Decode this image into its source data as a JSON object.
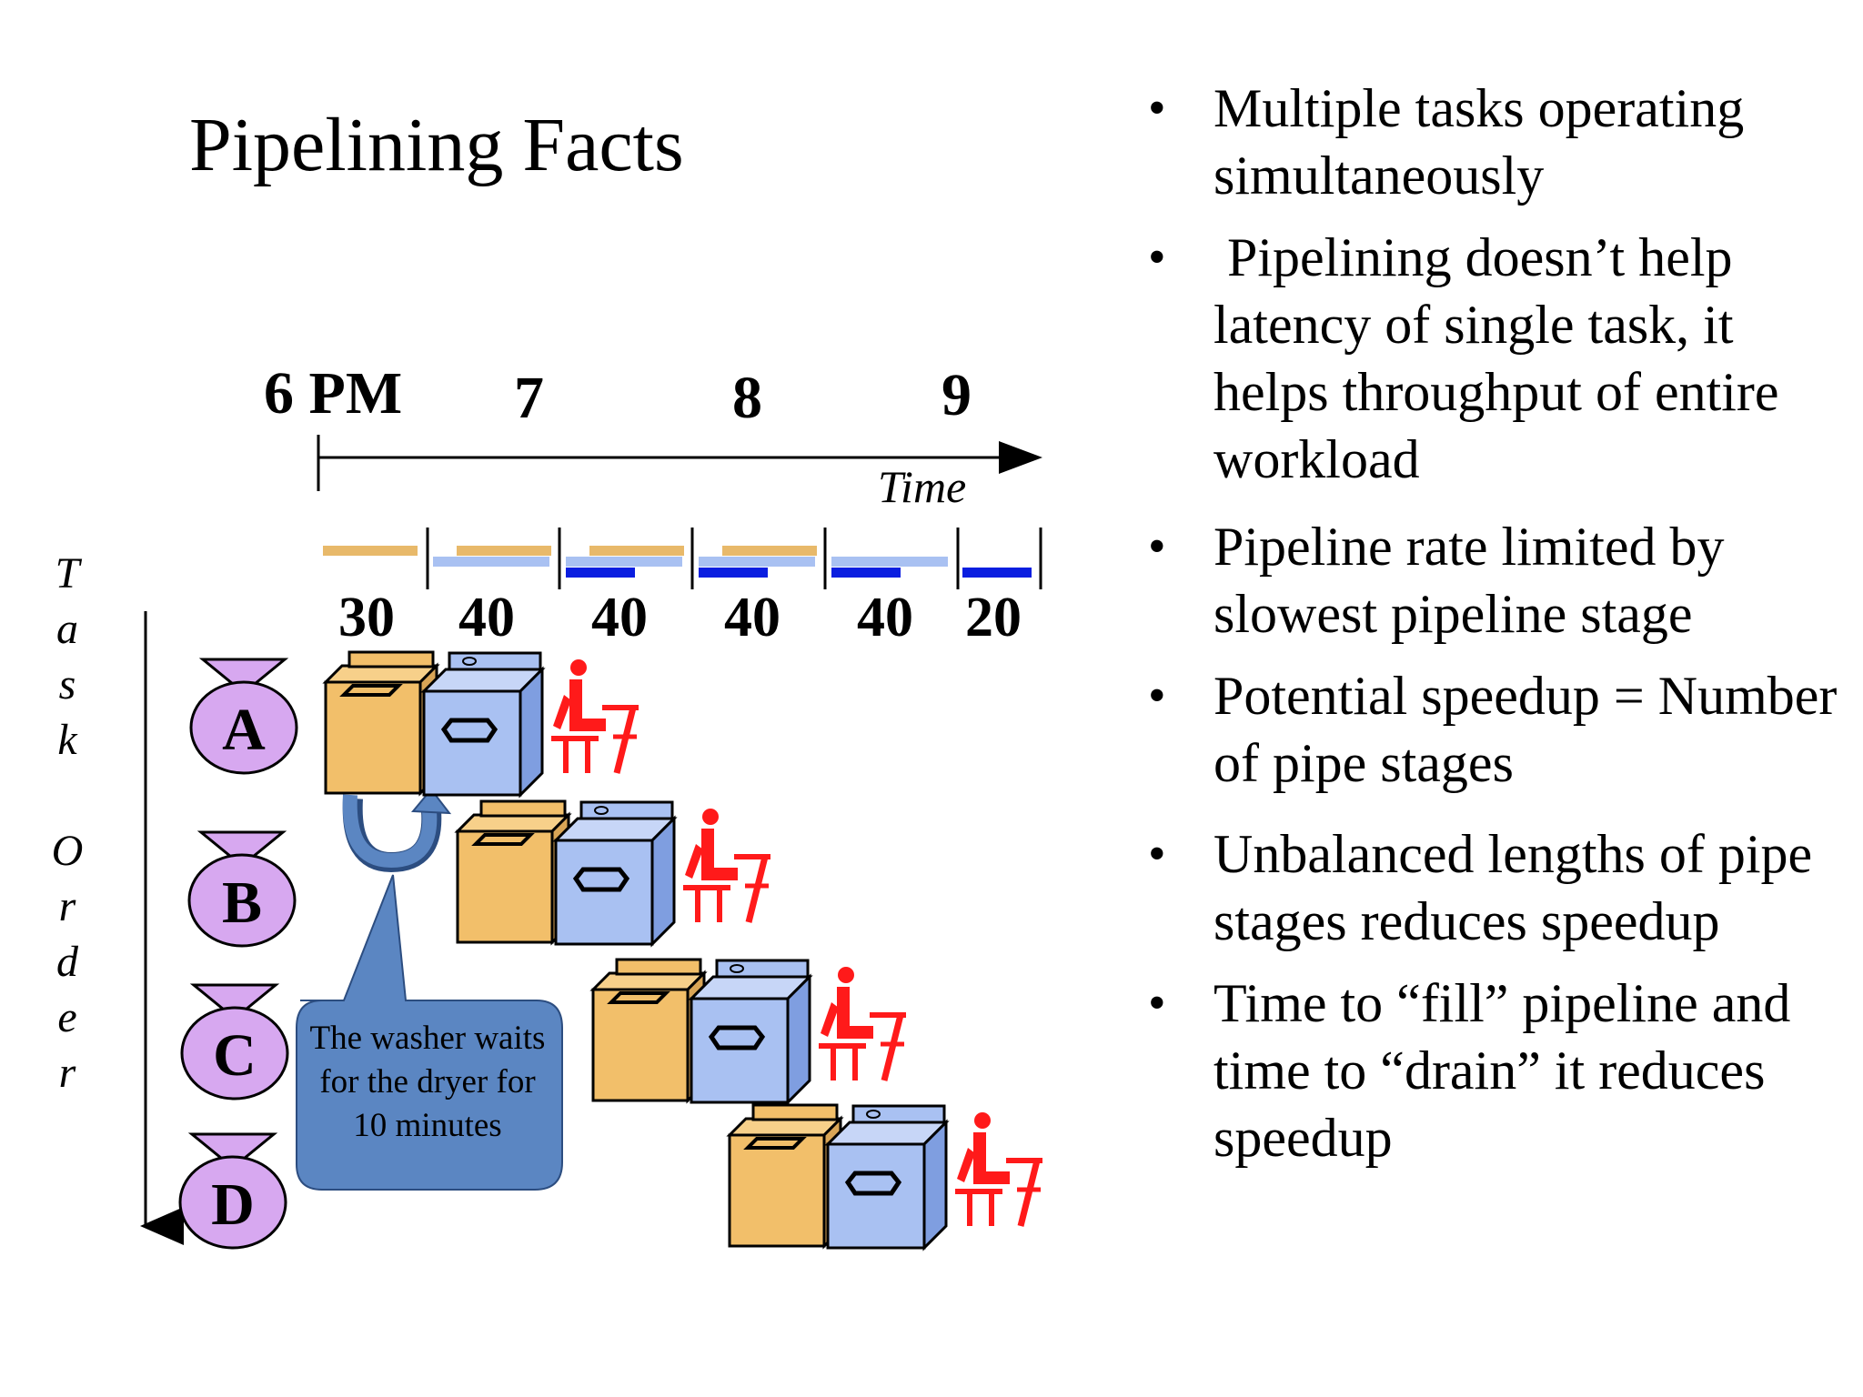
{
  "slide": {
    "title": "Pipelining Facts"
  },
  "timeline": {
    "hour_labels": [
      "6 PM",
      "7",
      "8",
      "9"
    ],
    "axis_caption": "Time",
    "stage_durations": [
      "30",
      "40",
      "40",
      "40",
      "40",
      "20"
    ]
  },
  "task_axis": {
    "letters": [
      "T",
      "a",
      "s",
      "k",
      "",
      "O",
      "r",
      "d",
      "e",
      "r"
    ]
  },
  "tasks": [
    "A",
    "B",
    "C",
    "D"
  ],
  "callout": {
    "text": "The washer waits for the dryer for 10 minutes"
  },
  "bullets": [
    "Multiple tasks operating simultaneously",
    " Pipelining doesn’t help latency of single task, it helps throughput of entire workload",
    "Pipeline rate limited by slowest pipeline stage",
    "Potential speedup = Number of pipe stages",
    "Unbalanced lengths of pipe stages reduces speedup",
    "Time to “fill” pipeline and time to “drain” it reduces speedup"
  ],
  "colors": {
    "washer": "#f2bf6a",
    "dryer": "#a9c1f2",
    "folder": "#ff1a1a",
    "bag": "#d7a8f0",
    "callout": "#5b86c2",
    "bar_wash": "#e8b96a",
    "bar_dry": "#a9c1f2",
    "bar_fold": "#0a1ee0"
  },
  "icons": {
    "bag": "laundry-bag-icon",
    "washer": "washer-icon",
    "dryer": "dryer-icon",
    "folder": "folding-person-icon"
  }
}
